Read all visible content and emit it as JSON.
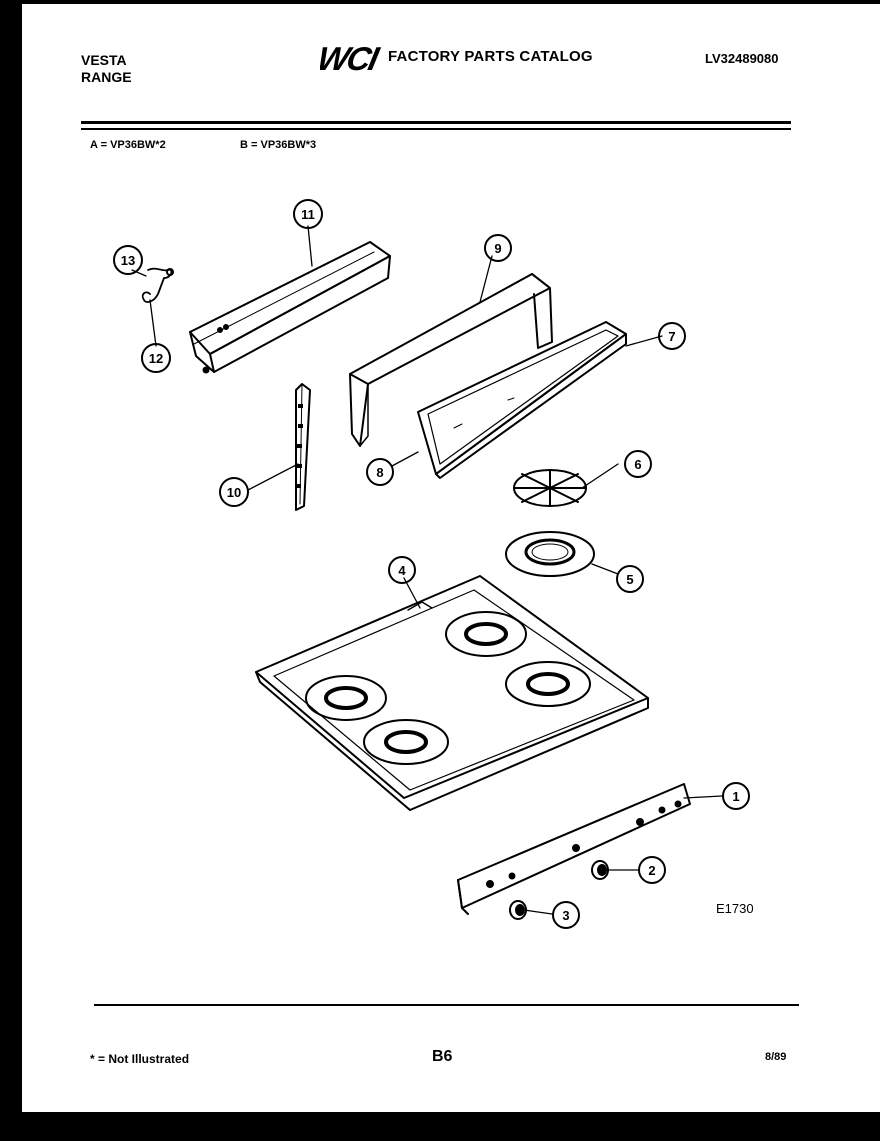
{
  "header": {
    "brand_line1": "VESTA",
    "brand_line2": "RANGE",
    "logo_text": "WCI",
    "catalog_title": "FACTORY PARTS CATALOG",
    "catalog_number": "LV32489080"
  },
  "models": {
    "a": "A = VP36BW*2",
    "b": "B = VP36BW*3"
  },
  "callouts": [
    "1",
    "2",
    "3",
    "4",
    "5",
    "6",
    "7",
    "8",
    "9",
    "10",
    "11",
    "12",
    "13"
  ],
  "figure_code": "E1730",
  "footer": {
    "note": "* = Not Illustrated",
    "page_code": "B6",
    "date_code": "8/89"
  }
}
